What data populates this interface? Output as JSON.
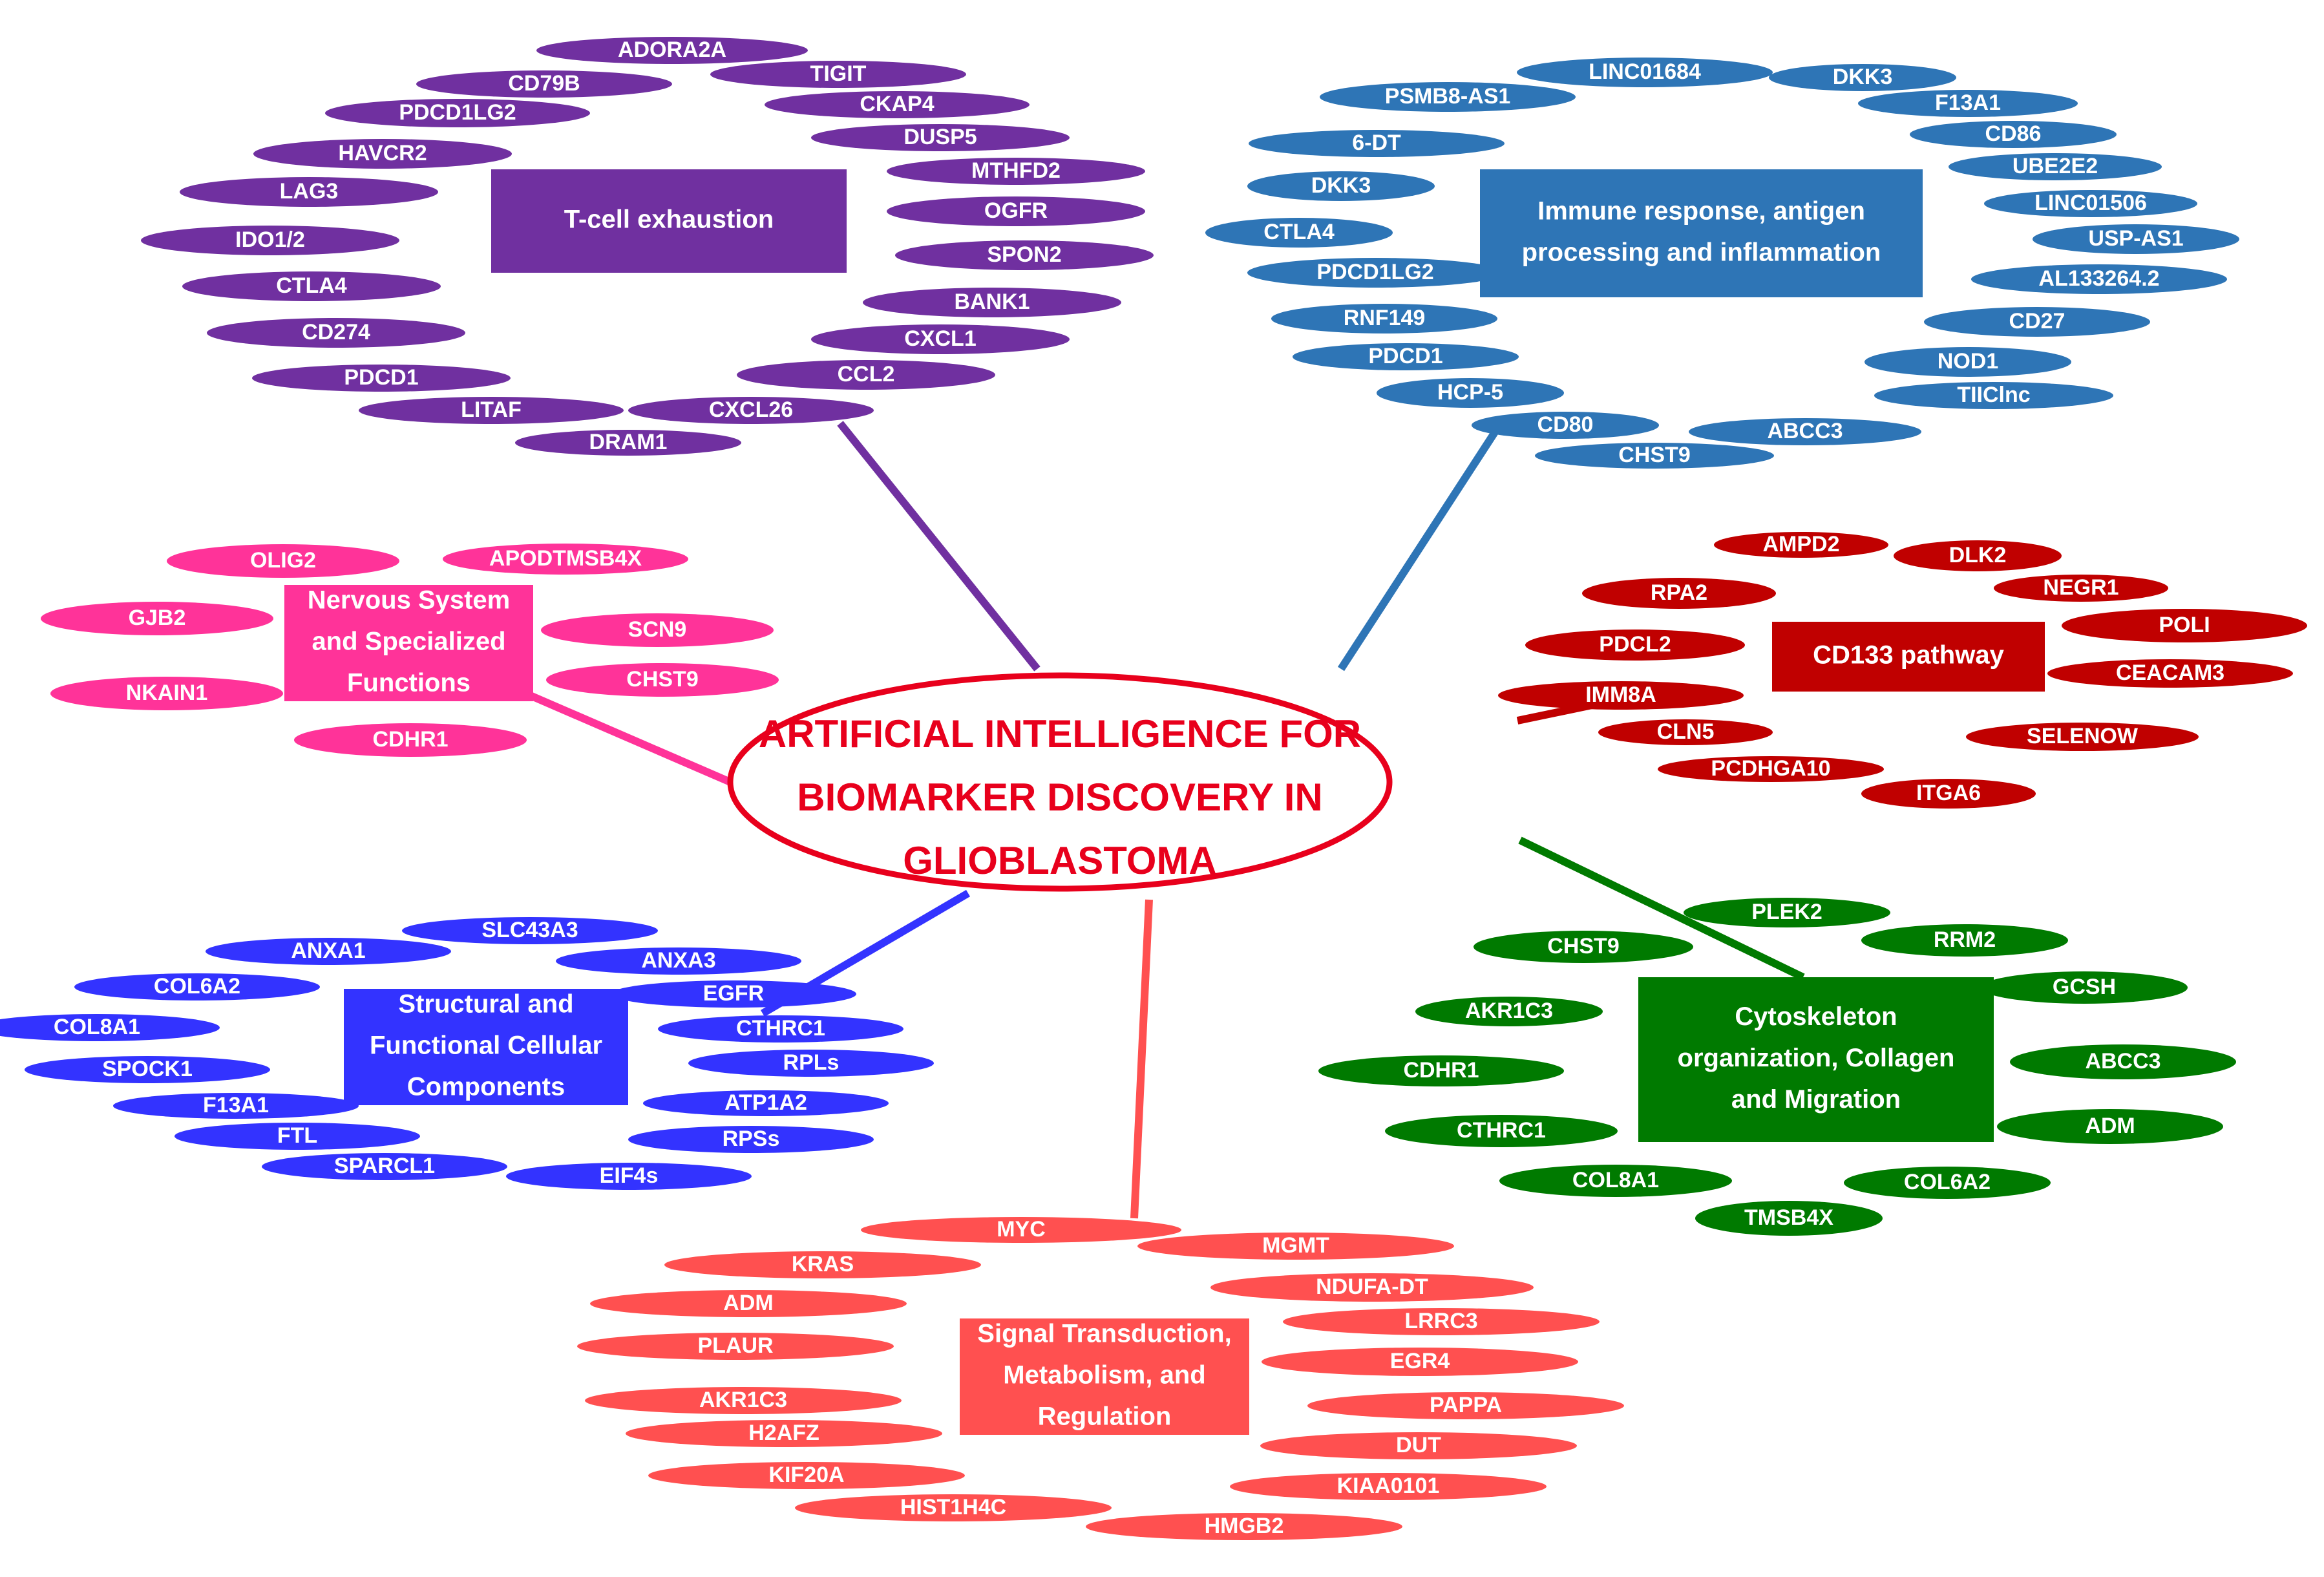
{
  "center": {
    "lines": [
      "ARTIFICIAL INTELLIGENCE FOR",
      "BIOMARKER DISCOVERY IN",
      "GLIOBLASTOMA"
    ],
    "color": "#e8001c"
  },
  "clusters": [
    {
      "id": "tcell",
      "color": "#7030a0",
      "label_lines": [
        "T-cell exhaustion"
      ],
      "genes": [
        "ADORA2A",
        "CD79B",
        "TIGIT",
        "PDCD1LG2",
        "CKAP4",
        "DUSP5",
        "HAVCR2",
        "MTHFD2",
        "LAG3",
        "OGFR",
        "IDO1/2",
        "SPON2",
        "CTLA4",
        "BANK1",
        "CD274",
        "CXCL1",
        "CCL2",
        "PDCD1",
        "LITAF",
        "CXCL26",
        "DRAM1"
      ]
    },
    {
      "id": "immune",
      "color": "#2e75b6",
      "label_lines": [
        "Immune response, antigen",
        "processing and inflammation"
      ],
      "genes": [
        "LINC01684",
        "PSMB8-AS1",
        "DKK3",
        "F13A1",
        "CD86",
        "6-DT",
        "UBE2E2",
        "DKK3",
        "LINC01506",
        "CTLA4",
        "USP-AS1",
        "PDCD1LG2",
        "AL133264.2",
        "RNF149",
        "CD27",
        "PDCD1",
        "NOD1",
        "HCP-5",
        "TIIClnc",
        "CD80",
        "ABCC3",
        "CHST9"
      ]
    },
    {
      "id": "nervous",
      "color": "#ff3399",
      "label_lines": [
        "Nervous System",
        "and Specialized",
        "Functions"
      ],
      "genes": [
        "OLIG2",
        "APODTMSB4X",
        "GJB2",
        "SCN9",
        "CHST9",
        "NKAIN1",
        "CDHR1"
      ]
    },
    {
      "id": "cd133",
      "color": "#c00000",
      "label_lines": [
        "CD133 pathway"
      ],
      "genes": [
        "AMPD2",
        "DLK2",
        "RPA2",
        "NEGR1",
        "POLI",
        "PDCL2",
        "CEACAM3",
        "IMM8A",
        "CLN5",
        "SELENOW",
        "PCDHGA10",
        "ITGA6"
      ]
    },
    {
      "id": "structural",
      "color": "#3333ff",
      "label_lines": [
        "Structural and",
        "Functional Cellular",
        "Components"
      ],
      "genes": [
        "SLC43A3",
        "ANXA1",
        "ANXA3",
        "COL6A2",
        "EGFR",
        "COL8A1",
        "CTHRC1",
        "SPOCK1",
        "RPLs",
        "F13A1",
        "ATP1A2",
        "FTL",
        "RPSs",
        "SPARCL1",
        "EIF4s"
      ]
    },
    {
      "id": "cyto",
      "color": "#007a00",
      "label_lines": [
        "Cytoskeleton",
        "organization, Collagen",
        "and Migration"
      ],
      "genes": [
        "PLEK2",
        "CHST9",
        "RRM2",
        "GCSH",
        "AKR1C3",
        "ABCC3",
        "CDHR1",
        "ADM",
        "CTHRC1",
        "COL8A1",
        "COL6A2",
        "TMSB4X"
      ]
    },
    {
      "id": "signal",
      "color": "#ff5050",
      "label_lines": [
        "Signal Transduction,",
        "Metabolism, and",
        "Regulation"
      ],
      "genes": [
        "MYC",
        "MGMT",
        "KRAS",
        "NDUFA-DT",
        "ADM",
        "LRRC3",
        "PLAUR",
        "EGR4",
        "AKR1C3",
        "PAPPA",
        "H2AFZ",
        "DUT",
        "KIF20A",
        "KIAA0101",
        "HIST1H4C",
        "HMGB2"
      ]
    }
  ]
}
